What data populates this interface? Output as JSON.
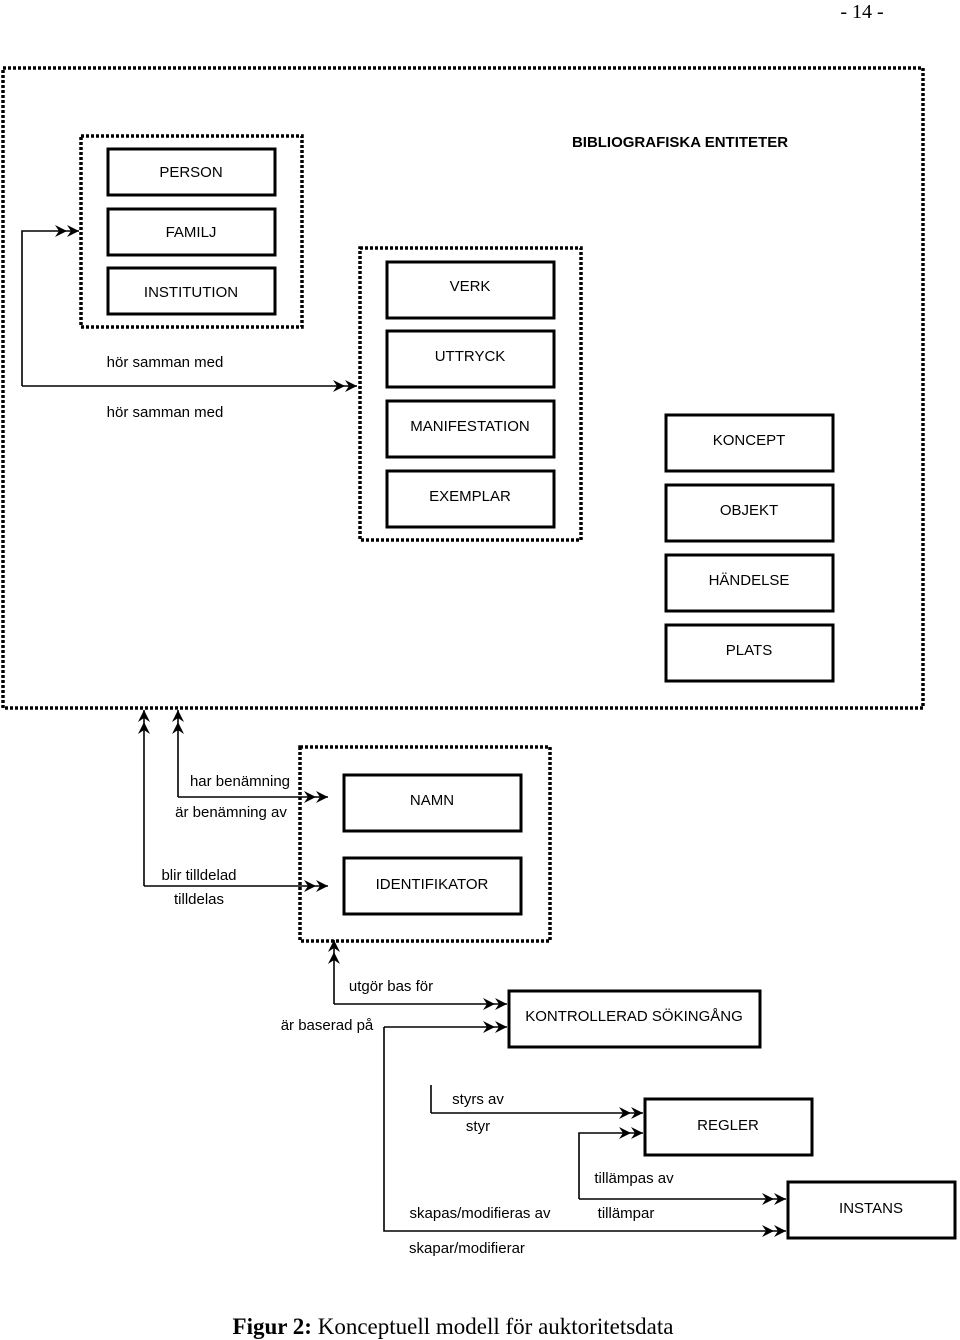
{
  "page_number": "- 14 -",
  "group_title": "BIBLIOGRAFISKA ENTITETER",
  "entities": {
    "person": "PERSON",
    "familj": "FAMILJ",
    "institution": "INSTITUTION",
    "verk": "VERK",
    "uttryck": "UTTRYCK",
    "manifestation": "MANIFESTATION",
    "exemplar": "EXEMPLAR",
    "koncept": "KONCEPT",
    "objekt": "OBJEKT",
    "handelse": "HÄNDELSE",
    "plats": "PLATS",
    "namn": "NAMN",
    "identifikator": "IDENTIFIKATOR",
    "kontrollerad": "KONTROLLERAD SÖKINGÅNG",
    "regler": "REGLER",
    "instans": "INSTANS"
  },
  "relations": {
    "hor_samman_1": "hör samman med",
    "hor_samman_2": "hör samman med",
    "har_benamning": "har benämning",
    "ar_benamning_av": "är benämning av",
    "blir_tilldelad": "blir tilldelad",
    "tilldelas": "tilldelas",
    "utgor_bas_for": "utgör bas för",
    "ar_baserad_pa": "är baserad på",
    "styrs_av": "styrs av",
    "styr": "styr",
    "tillampas_av": "tillämpas av",
    "tillampar": "tillämpar",
    "skapas_modifieras_av": "skapas/modifieras av",
    "skapar_modifierar": "skapar/modifierar"
  },
  "caption": {
    "label": "Figur 2:",
    "text": "Konceptuell modell för auktoritetsdata"
  }
}
